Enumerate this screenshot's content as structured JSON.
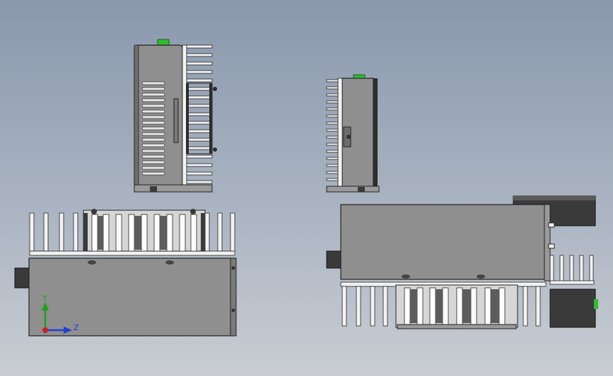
{
  "viewport": {
    "background_top": "#8a98ad",
    "background_bottom": "#c9cdd3"
  },
  "triad": {
    "y_label": "Y",
    "z_label": "Z",
    "y_color": "#1aa31a",
    "z_color": "#1f3fd0",
    "x_color": "#d01f1f"
  },
  "views": [
    {
      "name": "front-view"
    },
    {
      "name": "side-view"
    },
    {
      "name": "top-view"
    },
    {
      "name": "iso-view"
    }
  ],
  "colors": {
    "body": "#8f8f8f",
    "body_dark": "#6e6e6e",
    "fin": "#f2f2f2",
    "edge": "#222222",
    "connector": "#2fbf2f",
    "block": "#3a3a3a"
  }
}
